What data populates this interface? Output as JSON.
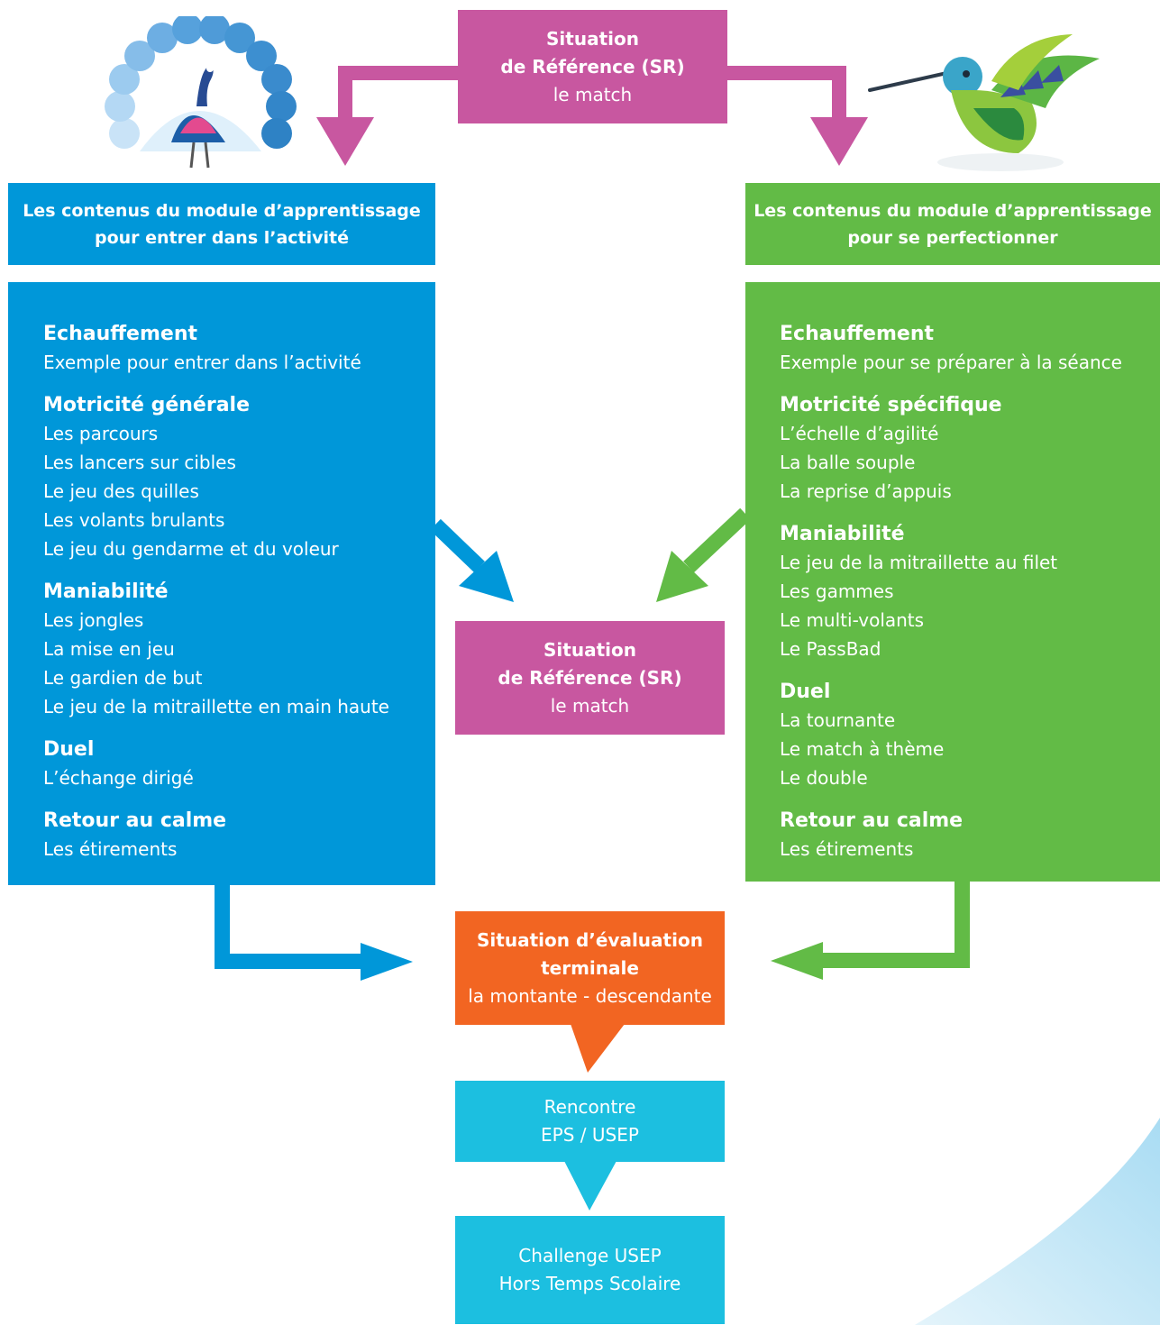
{
  "colors": {
    "magenta": "#c857a0",
    "blue": "#0097d9",
    "green": "#62bb46",
    "orange": "#f26522",
    "cyan": "#1cbfe0"
  },
  "top_sr": {
    "line1": "Situation",
    "line2": "de Référence (SR)",
    "line3": "le match"
  },
  "mid_sr": {
    "line1": "Situation",
    "line2": "de Référence (SR)",
    "line3": "le match"
  },
  "left_header": {
    "line1": "Les contenus du module d’apprentissage",
    "line2": "pour entrer dans l’activité"
  },
  "right_header": {
    "line1": "Les contenus du module d’apprentissage",
    "line2": "pour se perfectionner"
  },
  "left_column": {
    "sections": [
      {
        "heading": "Echauffement",
        "items": [
          "Exemple pour entrer dans l’activité"
        ]
      },
      {
        "heading": "Motricité générale",
        "items": [
          "Les parcours",
          "Les lancers sur cibles",
          "Le jeu des quilles",
          "Les volants brulants",
          "Le jeu du gendarme et du voleur"
        ]
      },
      {
        "heading": "Maniabilité",
        "items": [
          "Les jongles",
          "La mise en jeu",
          "Le gardien de but",
          "Le jeu de la mitraillette en main haute"
        ]
      },
      {
        "heading": "Duel",
        "items": [
          "L’échange dirigé"
        ]
      },
      {
        "heading": "Retour au calme",
        "items": [
          "Les étirements"
        ]
      }
    ]
  },
  "right_column": {
    "sections": [
      {
        "heading": "Echauffement",
        "items": [
          "Exemple pour se préparer à la séance"
        ]
      },
      {
        "heading": "Motricité spécifique",
        "items": [
          "L’échelle d’agilité",
          "La balle souple",
          "La reprise d’appuis"
        ]
      },
      {
        "heading": "Maniabilité",
        "items": [
          "Le jeu de la mitraillette au filet",
          "Les gammes",
          "Le multi-volants",
          "Le PassBad"
        ]
      },
      {
        "heading": "Duel",
        "items": [
          "La tournante",
          "Le match à thème",
          "Le double"
        ]
      },
      {
        "heading": "Retour au calme",
        "items": [
          "Les étirements"
        ]
      }
    ]
  },
  "evaluation": {
    "line1": "Situation d’évaluation",
    "line2": "terminale",
    "line3": "la montante - descendante"
  },
  "rencontre": {
    "line1": "Rencontre",
    "line2": "EPS / USEP"
  },
  "challenge": {
    "line1": "Challenge USEP",
    "line2": "Hors Temps Scolaire"
  },
  "illustrations": {
    "left": "peacock-illustration",
    "right": "hummingbird-illustration"
  }
}
